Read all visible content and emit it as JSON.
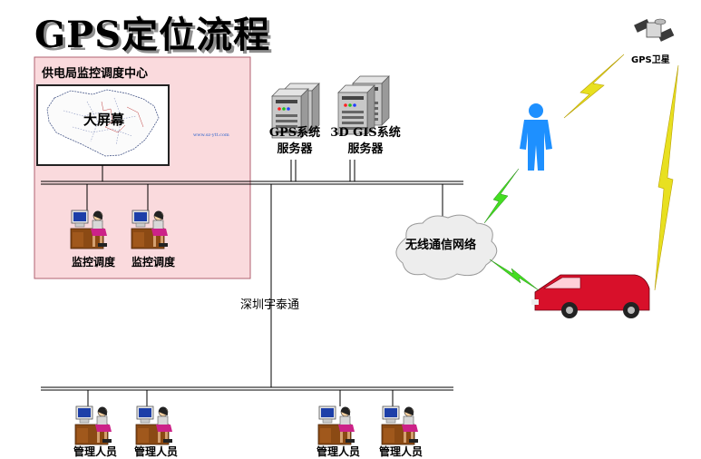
{
  "title": "GPS定位流程",
  "dispatch_center": {
    "label": "供电局监控调度中心",
    "big_screen_label": "大屏幕",
    "screen_url": "www.sz-ytt.com",
    "stations": [
      "监控调度",
      "监控调度"
    ]
  },
  "servers": {
    "gps_line1": "GPS系统",
    "gps_line2": "服务器",
    "gis_line1": "3D GIS系统",
    "gis_line2": "服务器"
  },
  "network_label": "无线通信网络",
  "company_label": "深圳宇泰通",
  "satellite_label": "GPS卫星",
  "managers": [
    "管理人员",
    "管理人员",
    "管理人员",
    "管理人员"
  ],
  "colors": {
    "center_fill": "#fadadd",
    "center_border": "#b06070",
    "person": "#1e90ff",
    "vehicle": "#d8102a",
    "lightning_green": "#44dd22",
    "lightning_yellow": "#e8e020"
  }
}
